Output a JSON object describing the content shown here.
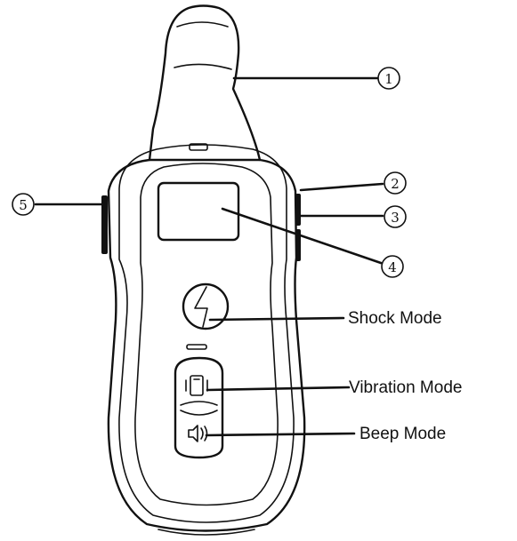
{
  "callouts": {
    "c1": "1",
    "c2": "2",
    "c3": "3",
    "c4": "4",
    "c5": "5"
  },
  "labels": {
    "shock": "Shock Mode",
    "vibration": "Vibration Mode",
    "beep": "Beep Mode"
  },
  "icons": {
    "shock": "lightning-bolt-icon",
    "vibration": "vibration-phone-icon",
    "beep": "speaker-icon"
  },
  "colors": {
    "line": "#111111",
    "background": "#ffffff"
  }
}
